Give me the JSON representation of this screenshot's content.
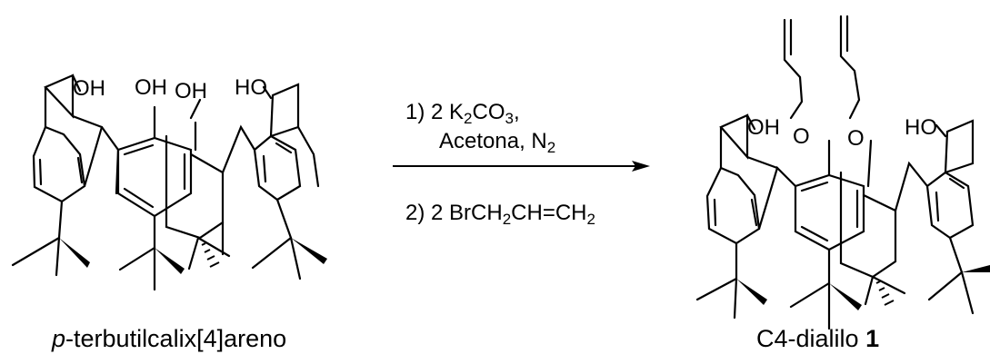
{
  "reactant": {
    "name_italic": "p",
    "name_rest": "-terbutilcalix[4]areno",
    "atoms": [
      "OH",
      "OH",
      "OH",
      "HO"
    ]
  },
  "product": {
    "name_text": "C4-dialilo ",
    "name_bold": "1",
    "atoms": [
      "OH",
      "O",
      "O",
      "HO"
    ]
  },
  "conditions": {
    "step1": {
      "prefix": "1) 2 K",
      "k_sub": "2",
      "mid": "CO",
      "o_sub": "3",
      "suffix": ","
    },
    "step1_solvent": {
      "text": "Acetona, N",
      "n_sub": "2"
    },
    "step2": {
      "prefix": "2) 2 BrCH",
      "sub1": "2",
      "mid": "CH=CH",
      "sub2": "2"
    }
  }
}
